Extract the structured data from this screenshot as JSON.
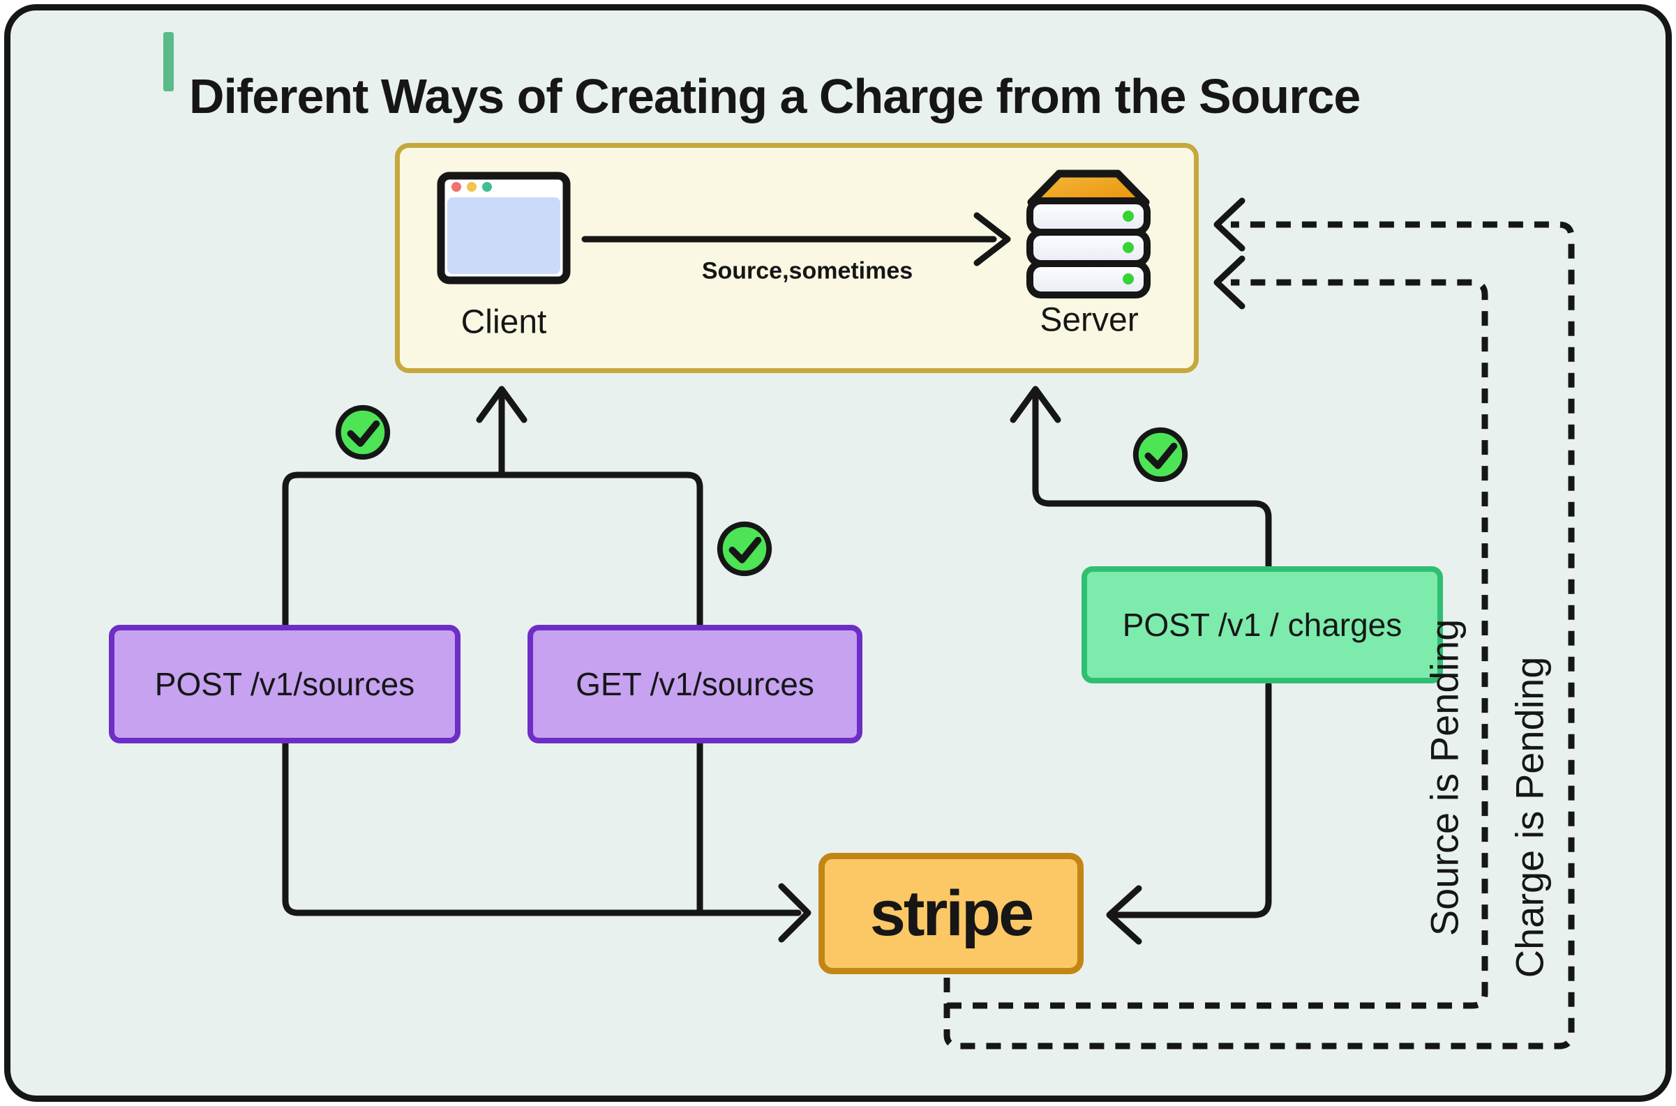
{
  "title": "Diferent Ways of Creating a Charge from the Source",
  "top_panel": {
    "client_label": "Client",
    "server_label": "Server",
    "arrow_label": "Source,sometimes"
  },
  "endpoints": {
    "post_sources": "POST /v1/sources",
    "get_sources": "GET /v1/sources",
    "post_charges": "POST /v1 / charges"
  },
  "stripe_label": "stripe",
  "pending_labels": {
    "source": "Source is Pending",
    "charge": "Charge is Pending"
  },
  "icons": {
    "client": "browser-window-icon",
    "server": "server-stack-icon",
    "success": "check-icon"
  },
  "colors": {
    "background": "#e8f1ed",
    "line": "#161616",
    "title_accent": "#5abb8a",
    "panel_fill": "#faf8e3",
    "panel_border": "#c6a83c",
    "purple_fill": "#c6a2f1",
    "purple_border": "#6d2dc6",
    "green_fill": "#7cebac",
    "green_border": "#2fbf70",
    "stripe_fill": "#fcc765",
    "stripe_border": "#c18613",
    "check_green": "#4de456",
    "client_blue": "#cbdaf9",
    "server_orange": "#f0a32a",
    "led_green": "#35d435",
    "dot_red": "#f17070",
    "dot_yellow": "#f3c24f",
    "dot_green": "#3fbe8f"
  }
}
